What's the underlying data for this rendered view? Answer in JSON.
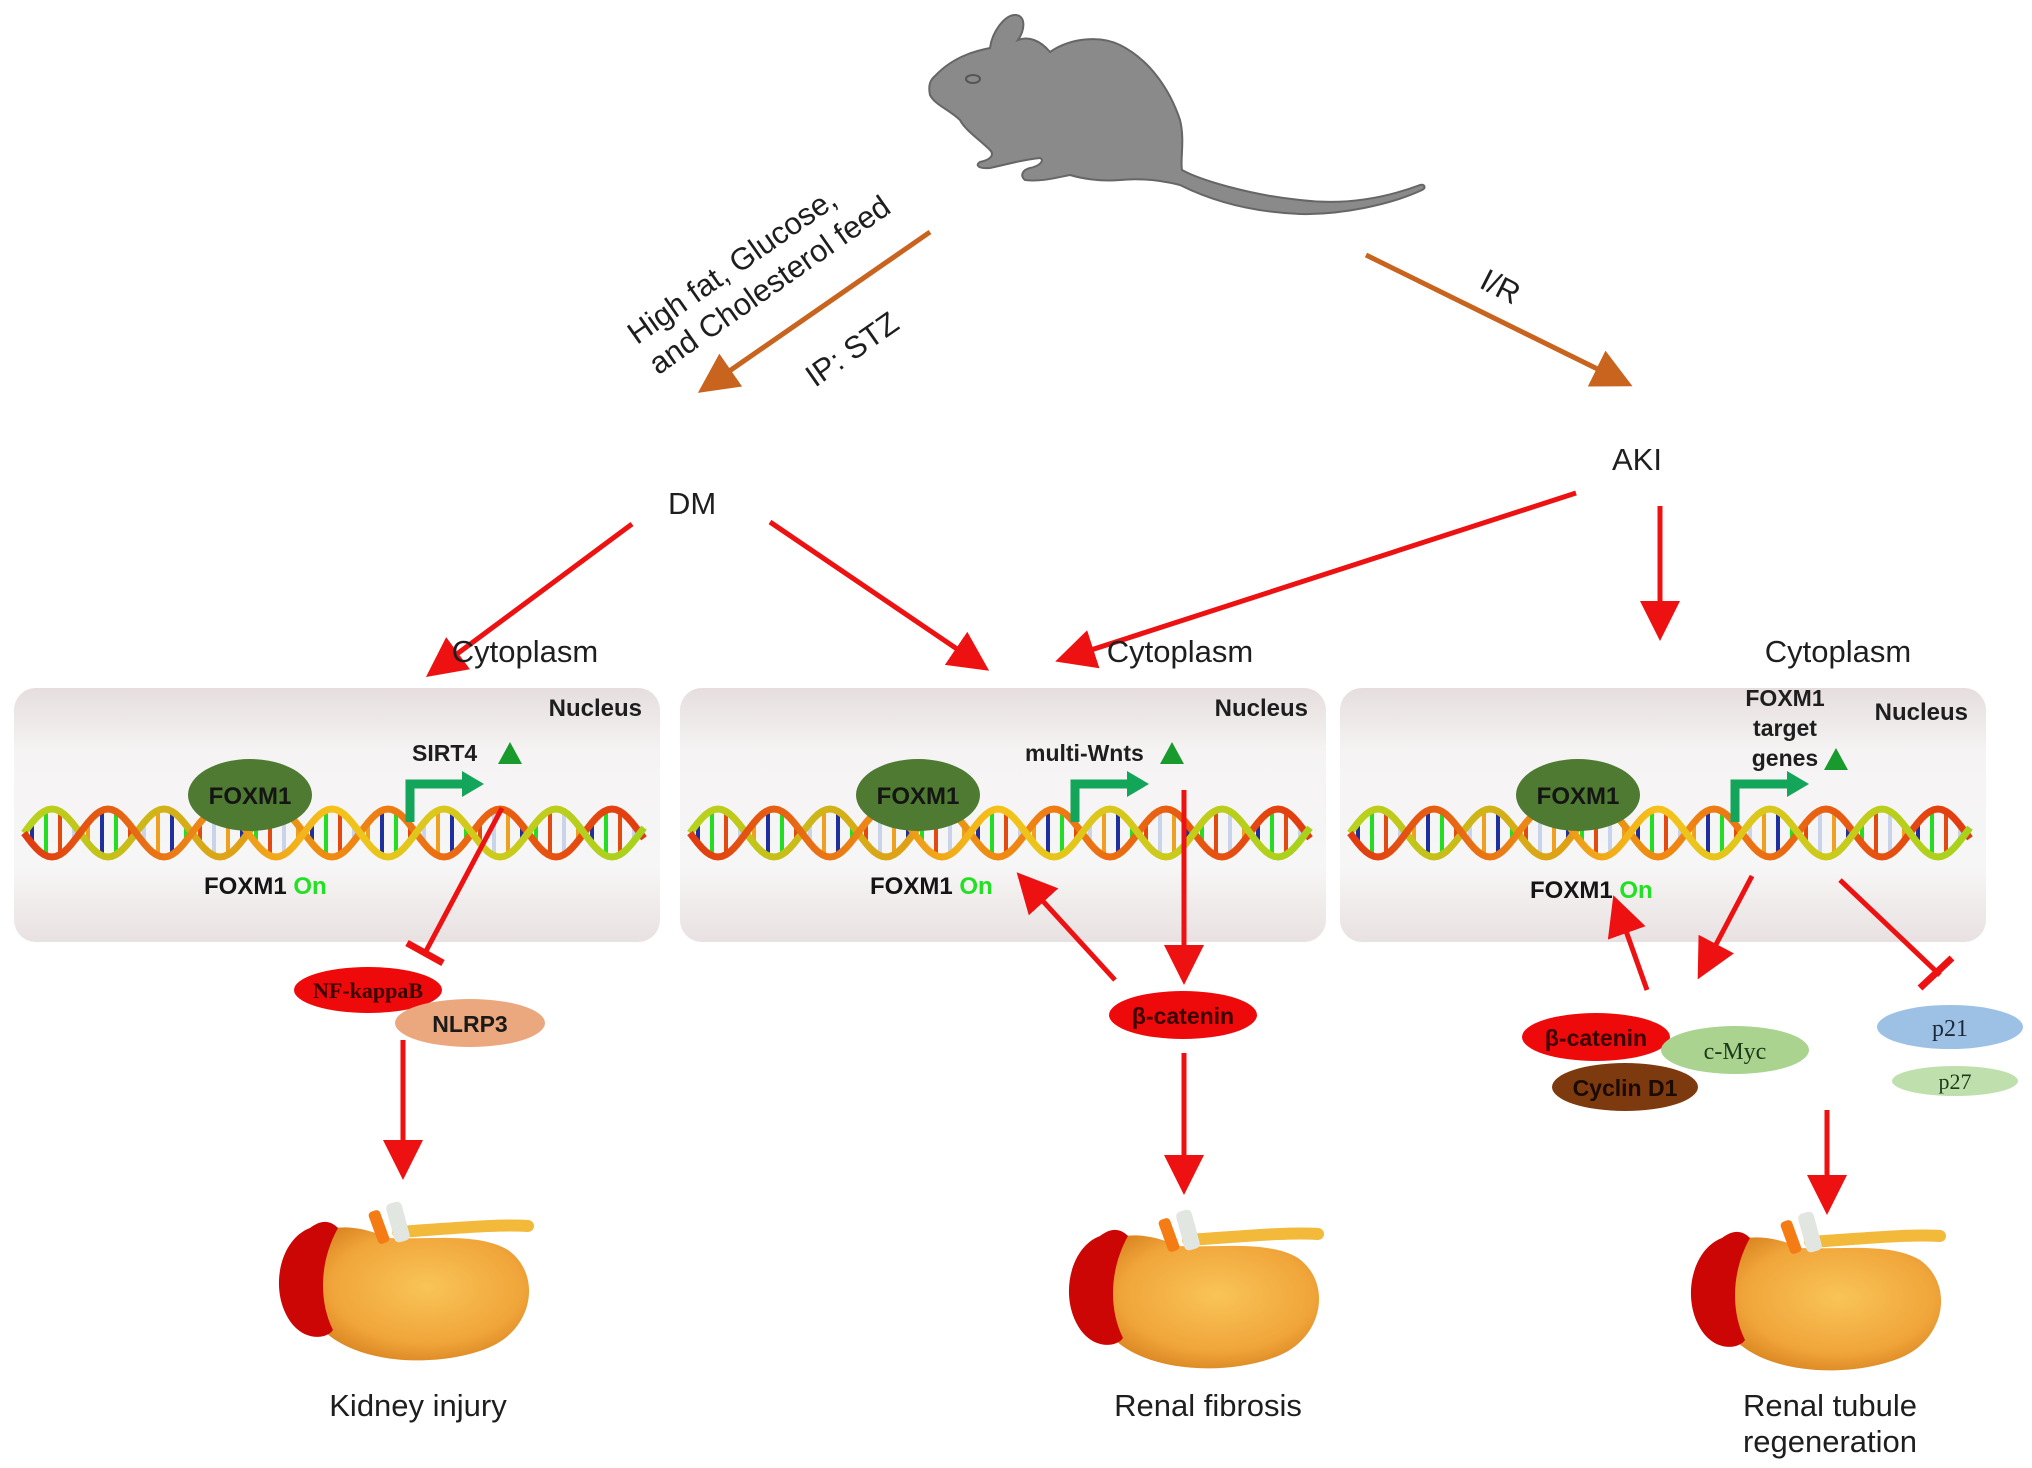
{
  "title": "FOXM1 signaling in diabetic kidney disease and acute kidney injury",
  "model": {
    "animal": "mouse",
    "treatments": {
      "dm_line1": "High fat, Glucose,",
      "dm_line2": "and Cholesterol feed",
      "dm_injection": "IP: STZ",
      "aki": "I/R"
    },
    "conditions": {
      "dm": "DM",
      "aki": "AKI"
    }
  },
  "panels": [
    {
      "id": "kidney-injury",
      "cytoplasm_label": "Cytoplasm",
      "nucleus_label": "Nucleus",
      "tf_label": "FOXM1",
      "status_prefix": "FOXM1",
      "status_state": "On",
      "target_gene": "SIRT4",
      "effectors": [
        "NF-kappaB",
        "NLRP3"
      ],
      "outcome": "Kidney injury"
    },
    {
      "id": "renal-fibrosis",
      "cytoplasm_label": "Cytoplasm",
      "nucleus_label": "Nucleus",
      "tf_label": "FOXM1",
      "status_prefix": "FOXM1",
      "status_state": "On",
      "target_gene": "multi-Wnts",
      "effectors": [
        "β-catenin"
      ],
      "outcome": "Renal fibrosis"
    },
    {
      "id": "renal-regeneration",
      "cytoplasm_label": "Cytoplasm",
      "nucleus_label": "Nucleus",
      "tf_label": "FOXM1",
      "status_prefix": "FOXM1",
      "status_state": "On",
      "target_gene_lines": [
        "FOXM1",
        "target",
        "genes"
      ],
      "effectors": [
        "β-catenin",
        "c-Myc",
        "Cyclin D1"
      ],
      "inhibited": [
        "p21",
        "p27"
      ],
      "outcome_line1": "Renal tubule",
      "outcome_line2": "regeneration"
    }
  ],
  "colors": {
    "treatment_arrow": "#c8641e",
    "pathway_arrow": "#ee1111",
    "foxm1": "#4f7a32",
    "on_text": "#22e022",
    "promoter_arrow": "#13a55a",
    "up_triangle": "#199a2c",
    "nucleus_bg": "#ece6e6",
    "nfkb": "#ee0a0a",
    "nlrp3": "#eba87e",
    "beta_catenin": "#ee0a0a",
    "cmyc": "#a9d38e",
    "cyclin_d1": "#7d3a0f",
    "p21": "#9dc0e5",
    "p27": "#bfe0ad",
    "mouse": "#8a8a8a"
  }
}
